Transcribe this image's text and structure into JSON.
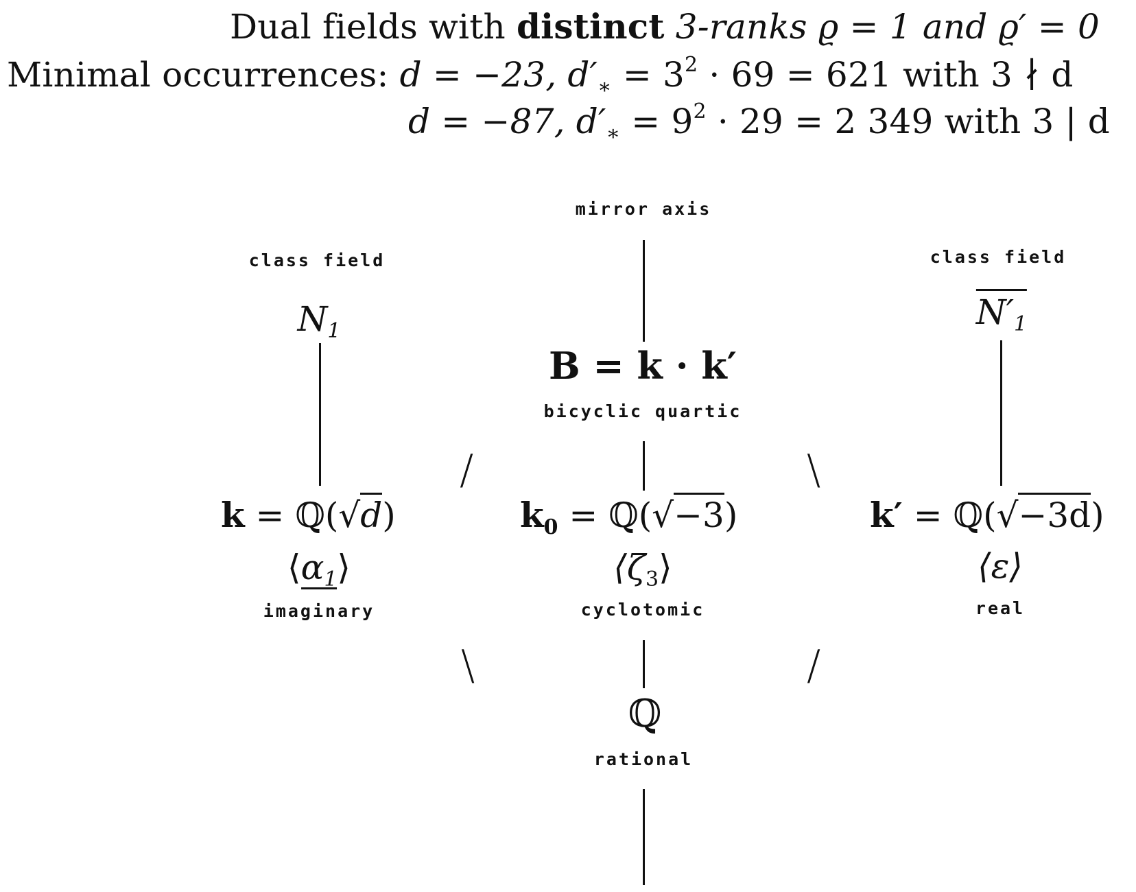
{
  "header": {
    "line1_prefix": "Dual fields with",
    "line1_bold": "distinct",
    "line1_suffix": "3-ranks ϱ = 1 and ϱ′ = 0",
    "line2_label": "Minimal occurrences:",
    "line2_a": "d = −23, d′",
    "line2_a_sub": "∗",
    "line2_a_mid": " = 3",
    "line2_a_sup": "2",
    "line2_a_rest": " · 69 = 621 with 3 ∤ d",
    "line3_a": "d = −87, d′",
    "line3_a_sub": "∗",
    "line3_a_mid": " = 9",
    "line3_a_sup": "2",
    "line3_a_rest": " · 29 = 2 349 with 3 | d"
  },
  "nodes": {
    "mirror_axis_label": "mirror axis",
    "class_field_left_label": "class field",
    "class_field_right_label": "class field",
    "n1": "N",
    "n1_sub": "1",
    "n1p": "N′",
    "n1p_sub": "1",
    "b_field": "B = k · k′",
    "bicyclic_label": "bicyclic quartic",
    "k_lhs": "k",
    "k_rhs": " = ℚ(√d)",
    "k_rhs_pre": " = ℚ(√",
    "k_rhs_rad": "d",
    "k_rhs_post": ")",
    "k0_lhs": "k",
    "k0_sub": "0",
    "k0_rhs_pre": " = ℚ(√",
    "k0_rhs_rad": "−3",
    "k0_rhs_post": ")",
    "kp_lhs": "k′",
    "kp_rhs_pre": " = ℚ(√",
    "kp_rhs_rad": "−3d",
    "kp_rhs_post": ")",
    "alpha_pre": "⟨",
    "alpha": "α",
    "alpha_sub": "1",
    "alpha_post": "⟩",
    "zeta": "⟨ζ",
    "zeta_sub": "3",
    "zeta_post": "⟩",
    "eps": "⟨ε⟩",
    "imaginary_label": "imaginary",
    "cyclotomic_label": "cyclotomic",
    "real_label": "real",
    "q_field": "ℚ",
    "rational_label": "rational",
    "slash": "/",
    "backslash": "\\"
  }
}
